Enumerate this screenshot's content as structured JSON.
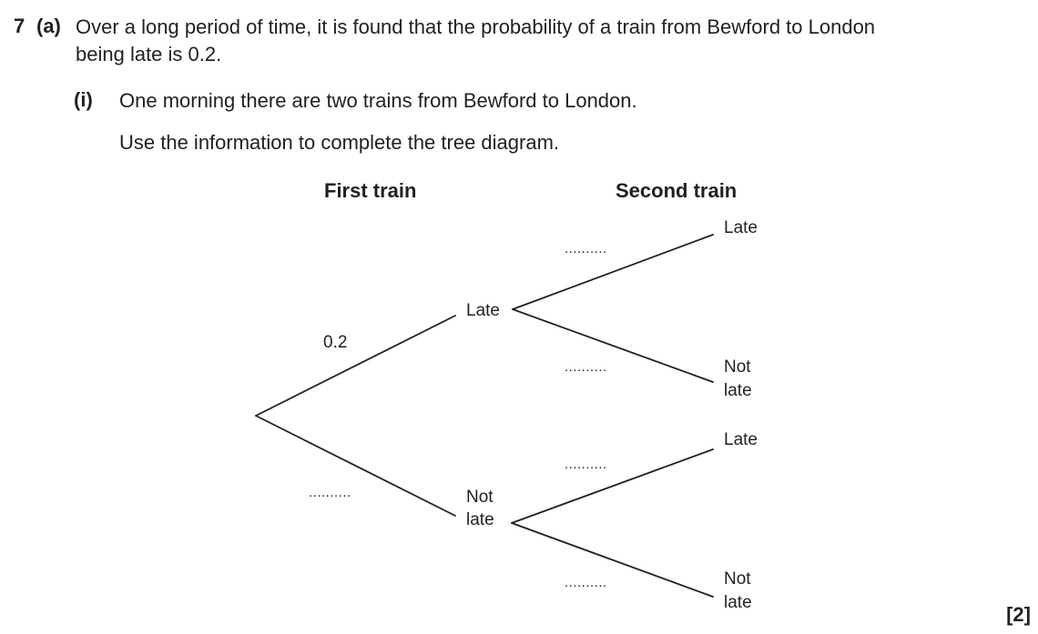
{
  "question": {
    "number": "7",
    "part": "(a)",
    "stem_line1": "Over a long period of time, it is found that the probability of a train from Bewford to London",
    "stem_line2": "being late is 0.2.",
    "subpart": {
      "label": "(i)",
      "line1": "One morning there are two trains from Bewford to London.",
      "line2": "Use the information to complete the tree diagram."
    },
    "marks": "[2]"
  },
  "tree_diagram": {
    "column_headers": {
      "first": "First train",
      "second": "Second train"
    },
    "first_train": {
      "late": {
        "label": "Late",
        "probability": "0.2"
      },
      "not_late": {
        "label_line1": "Not",
        "label_line2": "late",
        "probability_blank": ".........."
      }
    },
    "second_train": {
      "after_late": {
        "late": {
          "label": "Late",
          "probability_blank": ".........."
        },
        "not_late": {
          "label_line1": "Not",
          "label_line2": "late",
          "probability_blank": ".........."
        }
      },
      "after_not_late": {
        "late": {
          "label": "Late",
          "probability_blank": ".........."
        },
        "not_late": {
          "label_line1": "Not",
          "label_line2": "late",
          "probability_blank": ".........."
        }
      }
    },
    "line_color": "#231f20"
  }
}
